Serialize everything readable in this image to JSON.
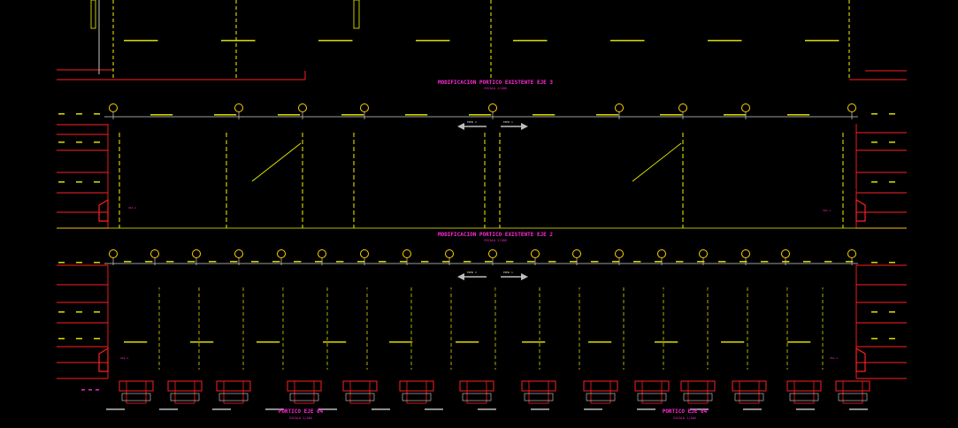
{
  "drawing": {
    "background": "#000000",
    "colors": {
      "structure": "#22ff22",
      "dimension": "#f5f500",
      "level_line": "#ff2020",
      "gridline": "#d8d8d8",
      "grid_bubble": "#5b5bff",
      "title": "#ff2bd6"
    }
  },
  "views": [
    {
      "title": "MODIFICACION PORTICO EXISTENTE EJE 3",
      "scale": "ESCALA 1/100"
    },
    {
      "title": "MODIFICACION PORTICO EXISTENTE EJE 2",
      "scale": "ESCALA 1/100"
    },
    {
      "title": "PORTICO EJE 04",
      "scale": "ESCALA 1/100"
    },
    {
      "title": "PORTICO EJE 04",
      "scale": "ESCALA 1/100"
    }
  ],
  "labels": {
    "edma2": "EDMA 2",
    "edma1": "EDMA 1",
    "via1": "VIA-1"
  }
}
